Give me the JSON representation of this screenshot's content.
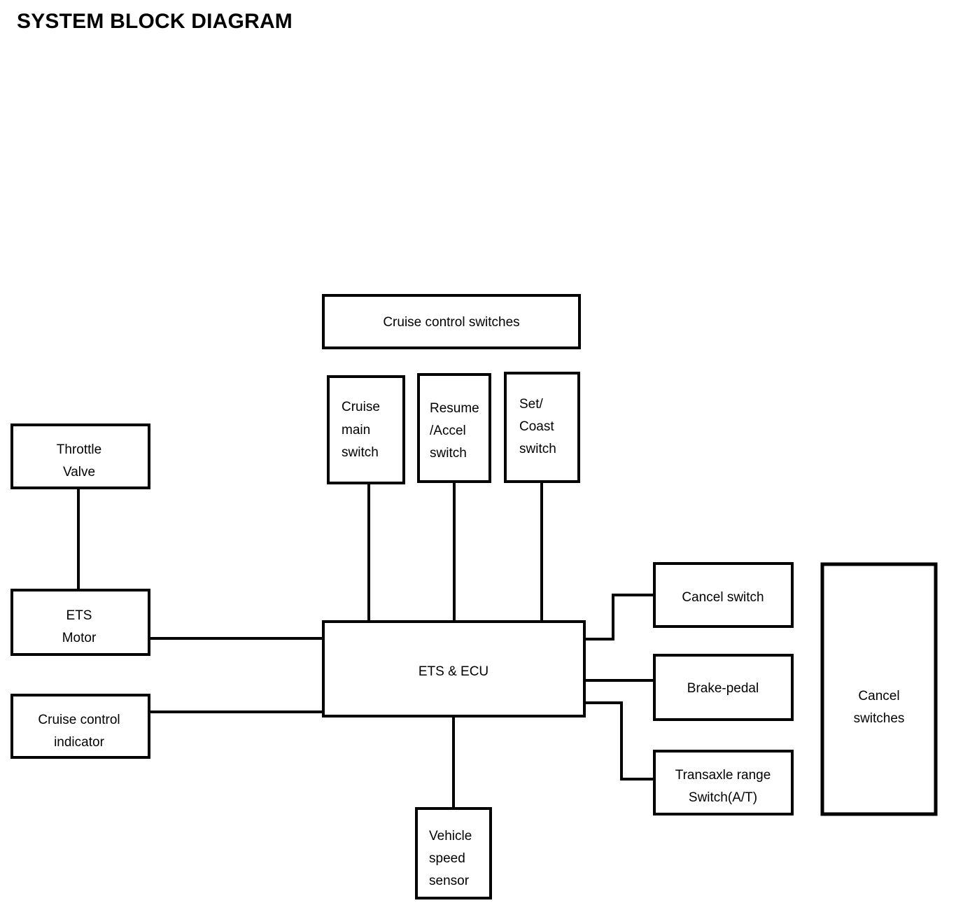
{
  "page": {
    "title": "SYSTEM BLOCK DIAGRAM",
    "background_color": "#ffffff",
    "line_color": "#000000"
  },
  "diagram": {
    "type": "block-diagram",
    "subject": "Cruise control / ETS system block diagram",
    "blocks": {
      "cruise_control_switches": {
        "label": "Cruise control switches"
      },
      "cruise_main_switch": {
        "line1": "Cruise",
        "line2": "main",
        "line3": "switch"
      },
      "resume_accel_switch": {
        "line1": "Resume",
        "line2": "/Accel",
        "line3": "switch"
      },
      "set_coast_switch": {
        "line1": "Set/",
        "line2": "Coast",
        "line3": "switch"
      },
      "throttle_valve": {
        "line1": "Throttle",
        "line2": "Valve"
      },
      "ets_motor": {
        "line1": "ETS",
        "line2": "Motor"
      },
      "cruise_control_indicator": {
        "line1": "Cruise control",
        "line2": "indicator"
      },
      "ets_ecu": {
        "label": "ETS & ECU"
      },
      "cancel_switch": {
        "label": "Cancel switch"
      },
      "brake_pedal": {
        "label": "Brake-pedal"
      },
      "transaxle_range_switch": {
        "line1": "Transaxle range",
        "line2": "Switch(A/T)"
      },
      "cancel_switches_group": {
        "line1": "Cancel",
        "line2": "switches"
      },
      "vehicle_speed_sensor": {
        "line1": "Vehicle",
        "line2": "speed",
        "line3": "sensor"
      }
    },
    "connections": [
      {
        "from": "throttle_valve",
        "to": "ets_motor"
      },
      {
        "from": "ets_motor",
        "to": "ets_ecu"
      },
      {
        "from": "cruise_control_indicator",
        "to": "ets_ecu"
      },
      {
        "from": "cruise_main_switch",
        "to": "ets_ecu"
      },
      {
        "from": "resume_accel_switch",
        "to": "ets_ecu"
      },
      {
        "from": "set_coast_switch",
        "to": "ets_ecu"
      },
      {
        "from": "ets_ecu",
        "to": "cancel_switch"
      },
      {
        "from": "ets_ecu",
        "to": "brake_pedal"
      },
      {
        "from": "ets_ecu",
        "to": "transaxle_range_switch"
      },
      {
        "from": "ets_ecu",
        "to": "vehicle_speed_sensor"
      }
    ]
  }
}
